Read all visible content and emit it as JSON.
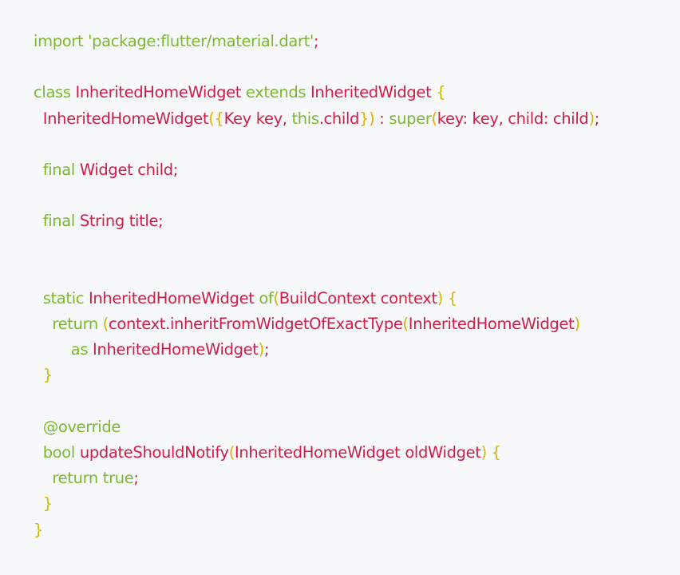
{
  "colors": {
    "background": "#f7f8fa",
    "keyword": "#7cb82f",
    "string": "#7cb82f",
    "identifier": "#d11c48",
    "bracket": "#d7b500"
  },
  "code": {
    "lines": [
      [
        [
          "kw",
          "import "
        ],
        [
          "str",
          "'package:flutter/material.dart'"
        ],
        [
          "p",
          ";"
        ]
      ],
      [],
      [
        [
          "kw",
          "class "
        ],
        [
          "id",
          "InheritedHomeWidget "
        ],
        [
          "kw",
          "extends "
        ],
        [
          "id",
          "InheritedWidget "
        ],
        [
          "br",
          "{"
        ]
      ],
      [
        [
          "id",
          "  InheritedHomeWidget"
        ],
        [
          "br",
          "({"
        ],
        [
          "id",
          "Key key, "
        ],
        [
          "kw",
          "this"
        ],
        [
          "id",
          ".child"
        ],
        [
          "br",
          "})"
        ],
        [
          "id",
          " : "
        ],
        [
          "kw",
          "super"
        ],
        [
          "br",
          "("
        ],
        [
          "id",
          "key: key, child: child"
        ],
        [
          "br",
          ")"
        ],
        [
          "p",
          ";"
        ]
      ],
      [],
      [
        [
          "kw",
          "  final "
        ],
        [
          "id",
          "Widget child;"
        ]
      ],
      [],
      [
        [
          "kw",
          "  final "
        ],
        [
          "id",
          "String title;"
        ]
      ],
      [],
      [],
      [
        [
          "kw",
          "  static "
        ],
        [
          "id",
          "InheritedHomeWidget "
        ],
        [
          "kw",
          "of"
        ],
        [
          "br",
          "("
        ],
        [
          "id",
          "BuildContext context"
        ],
        [
          "br",
          ") {"
        ]
      ],
      [
        [
          "kw",
          "    return "
        ],
        [
          "br",
          "("
        ],
        [
          "id",
          "context.inheritFromWidgetOfExactType"
        ],
        [
          "br",
          "("
        ],
        [
          "id",
          "InheritedHomeWidget"
        ],
        [
          "br",
          ")"
        ]
      ],
      [
        [
          "kw",
          "        as "
        ],
        [
          "id",
          "InheritedHomeWidget"
        ],
        [
          "br",
          ")"
        ],
        [
          "p",
          ";"
        ]
      ],
      [
        [
          "br",
          "  }"
        ]
      ],
      [],
      [
        [
          "kw",
          "  @override"
        ]
      ],
      [
        [
          "kw",
          "  bool "
        ],
        [
          "id",
          "updateShouldNotify"
        ],
        [
          "br",
          "("
        ],
        [
          "id",
          "InheritedHomeWidget oldWidget"
        ],
        [
          "br",
          ") {"
        ]
      ],
      [
        [
          "kw",
          "    return "
        ],
        [
          "kw",
          "true"
        ],
        [
          "p",
          ";"
        ]
      ],
      [
        [
          "br",
          "  }"
        ]
      ],
      [
        [
          "br",
          "}"
        ]
      ]
    ]
  }
}
